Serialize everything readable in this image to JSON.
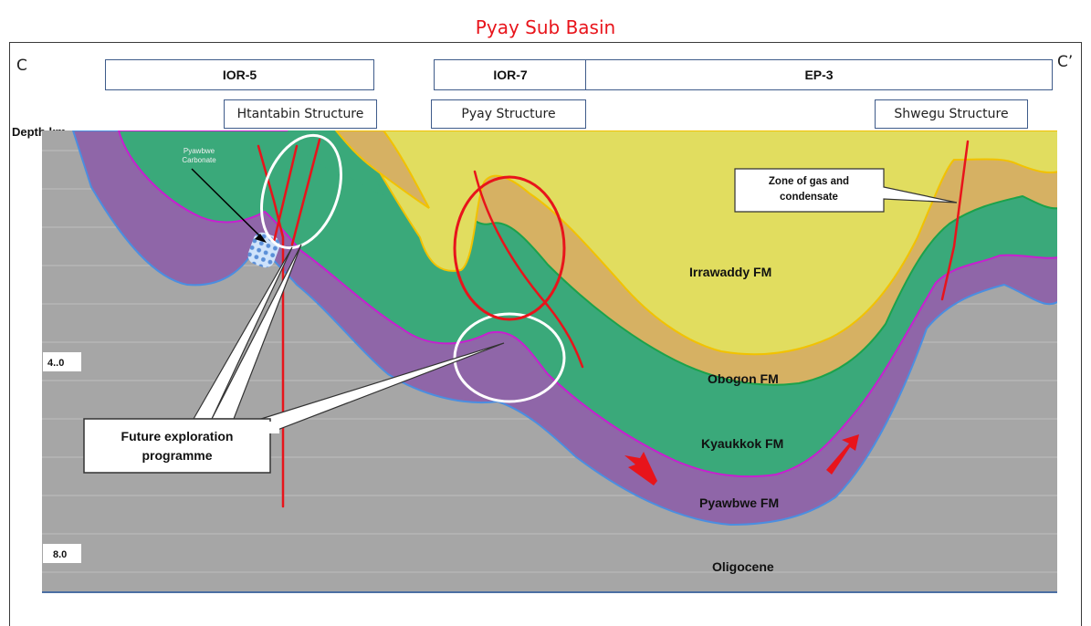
{
  "title": "Pyay Sub Basin",
  "section_start": "C",
  "section_end": "C’",
  "licenses": [
    {
      "label": "IOR-5"
    },
    {
      "label": "IOR-7"
    },
    {
      "label": "EP-3"
    }
  ],
  "structures": [
    {
      "label": "Htantabin Structure"
    },
    {
      "label": "Pyay Structure"
    },
    {
      "label": "Shwegu Structure"
    }
  ],
  "depth_axis": {
    "label": "Depth km",
    "ticks": [
      "4..0",
      "8.0"
    ]
  },
  "formations": [
    {
      "label": "Irrawaddy FM",
      "color": "#e1dd5f"
    },
    {
      "label": "Obogon FM",
      "color": "#d6b163"
    },
    {
      "label": "Kyaukkok FM",
      "color": "#3aa97a"
    },
    {
      "label": "Pyawbwe FM",
      "color": "#8f66a8"
    },
    {
      "label": "Oligocene",
      "color": "#a4a4a4"
    }
  ],
  "annotations": {
    "carbonate_line1": "Pyawbwe",
    "carbonate_line2": "Carbonate",
    "gas_line1": "Zone of gas and",
    "gas_line2": "condensate",
    "future_line1": "Future exploration",
    "future_line2": "programme"
  },
  "colors": {
    "title": "#e8141b",
    "fault": "#e8141b",
    "boundary_yellow": "#f2c200",
    "boundary_green": "#1ba24b",
    "boundary_magenta": "#c81fd0",
    "boundary_blue": "#4b8ee0",
    "highlight_circle": "#ffffff",
    "prospect_circle": "#e8141b"
  }
}
